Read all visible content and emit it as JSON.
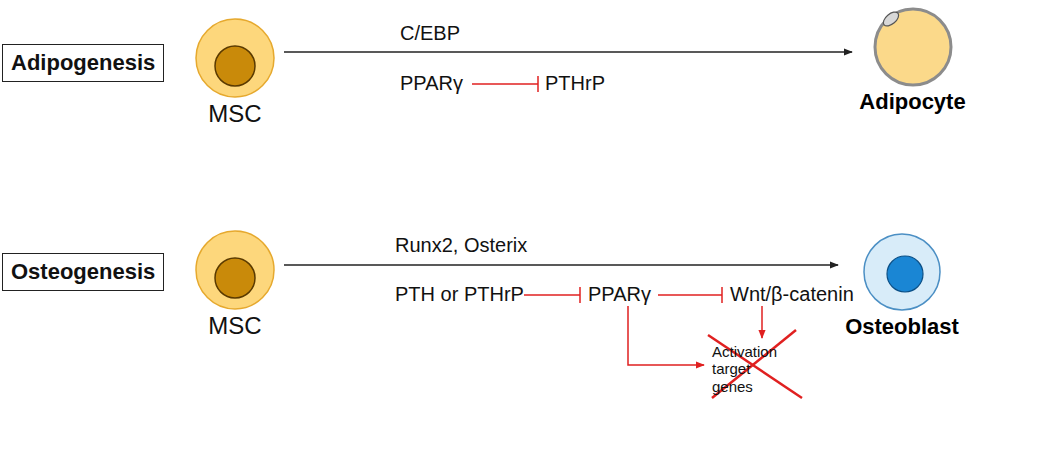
{
  "diagram": {
    "nodes": [
      {
        "text": [
          "Adipogenesis"
        ]
      },
      {
        "text": [
          "MSC"
        ]
      },
      {
        "text": [
          "Adipocyte"
        ]
      },
      {
        "text": [
          "Osteogenesis"
        ]
      },
      {
        "text": [
          "MSC"
        ]
      },
      {
        "text": [
          "Osteoblast"
        ]
      }
    ],
    "edges": [
      {
        "from": 1,
        "to": 2,
        "arrow": "to",
        "label": "C/EBP"
      },
      {
        "from": 4,
        "to": 5,
        "arrow": "to",
        "label": "Runx2, Osterix"
      }
    ],
    "labels": [
      "PPARγ",
      "PTHrP",
      "PTH or PTHrP",
      "PPARγ",
      "Wnt/β-catenin",
      "Activation target genes"
    ]
  }
}
